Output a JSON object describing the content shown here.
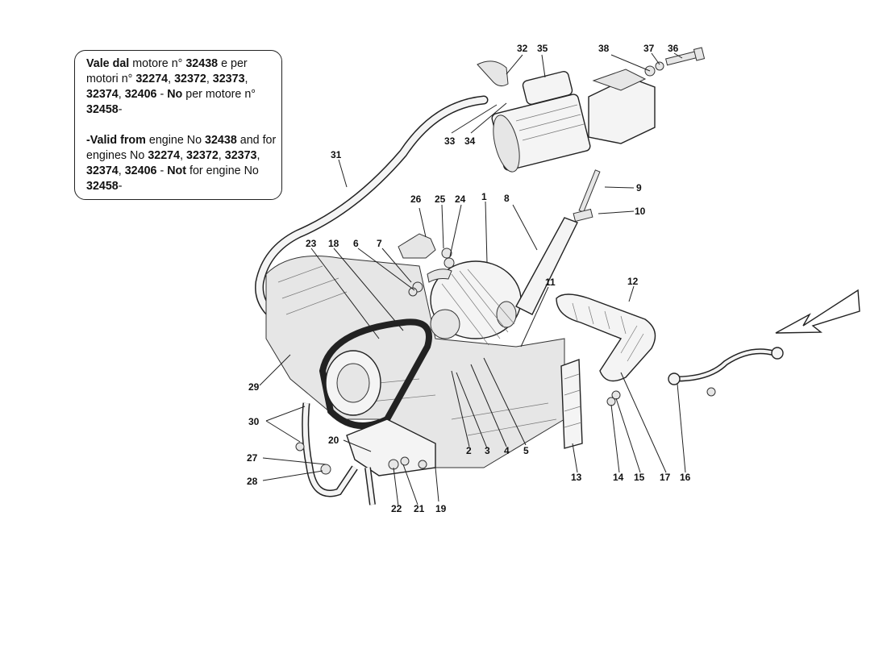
{
  "note": {
    "it": [
      {
        "t": "Vale dal",
        "b": true
      },
      {
        "t": " motore n° ",
        "b": false
      },
      {
        "t": "32438",
        "b": true
      },
      {
        "t": " e per motori n° ",
        "b": false
      },
      {
        "t": "32274",
        "b": true
      },
      {
        "t": ", ",
        "b": false
      },
      {
        "t": "32372",
        "b": true
      },
      {
        "t": ", ",
        "b": false
      },
      {
        "t": "32373",
        "b": true
      },
      {
        "t": ", ",
        "b": false
      },
      {
        "t": "32374",
        "b": true
      },
      {
        "t": ", ",
        "b": false
      },
      {
        "t": "32406",
        "b": true
      },
      {
        "t": " - ",
        "b": false
      },
      {
        "t": "No",
        "b": true
      },
      {
        "t": " per motore n° ",
        "b": false
      },
      {
        "t": "32458",
        "b": true
      },
      {
        "t": "-",
        "b": false
      }
    ],
    "en": [
      {
        "t": "-Valid from",
        "b": true
      },
      {
        "t": " engine No ",
        "b": false
      },
      {
        "t": "32438",
        "b": true
      },
      {
        "t": " and for engines No ",
        "b": false
      },
      {
        "t": "32274",
        "b": true
      },
      {
        "t": ", ",
        "b": false
      },
      {
        "t": "32372",
        "b": true
      },
      {
        "t": ", ",
        "b": false
      },
      {
        "t": "32373",
        "b": true
      },
      {
        "t": ", ",
        "b": false
      },
      {
        "t": "32374",
        "b": true
      },
      {
        "t": ", ",
        "b": false
      },
      {
        "t": "32406",
        "b": true
      },
      {
        "t": " - ",
        "b": false
      },
      {
        "t": "Not",
        "b": true
      },
      {
        "t": " for engine No ",
        "b": false
      },
      {
        "t": "32458",
        "b": true
      },
      {
        "t": "-",
        "b": false
      }
    ]
  },
  "callouts": [
    {
      "id": "1",
      "label": "1"
    },
    {
      "id": "2",
      "label": "2"
    },
    {
      "id": "3",
      "label": "3"
    },
    {
      "id": "4",
      "label": "4"
    },
    {
      "id": "5",
      "label": "5"
    },
    {
      "id": "6",
      "label": "6"
    },
    {
      "id": "7",
      "label": "7"
    },
    {
      "id": "8",
      "label": "8"
    },
    {
      "id": "9",
      "label": "9"
    },
    {
      "id": "10",
      "label": "10"
    },
    {
      "id": "11",
      "label": "11"
    },
    {
      "id": "12",
      "label": "12"
    },
    {
      "id": "13",
      "label": "13"
    },
    {
      "id": "14",
      "label": "14"
    },
    {
      "id": "15",
      "label": "15"
    },
    {
      "id": "16",
      "label": "16"
    },
    {
      "id": "17",
      "label": "17"
    },
    {
      "id": "18",
      "label": "18"
    },
    {
      "id": "19",
      "label": "19"
    },
    {
      "id": "20",
      "label": "20"
    },
    {
      "id": "21",
      "label": "21"
    },
    {
      "id": "22",
      "label": "22"
    },
    {
      "id": "23",
      "label": "23"
    },
    {
      "id": "24",
      "label": "24"
    },
    {
      "id": "25",
      "label": "25"
    },
    {
      "id": "26",
      "label": "26"
    },
    {
      "id": "27",
      "label": "27"
    },
    {
      "id": "28",
      "label": "28"
    },
    {
      "id": "29",
      "label": "29"
    },
    {
      "id": "30",
      "label": "30"
    },
    {
      "id": "31",
      "label": "31"
    },
    {
      "id": "32",
      "label": "32"
    },
    {
      "id": "33",
      "label": "33"
    },
    {
      "id": "34",
      "label": "34"
    },
    {
      "id": "35",
      "label": "35"
    },
    {
      "id": "36",
      "label": "36"
    },
    {
      "id": "37",
      "label": "37"
    },
    {
      "id": "38",
      "label": "38"
    }
  ],
  "icons": {
    "direction_arrow": "front-direction-arrow-icon"
  }
}
